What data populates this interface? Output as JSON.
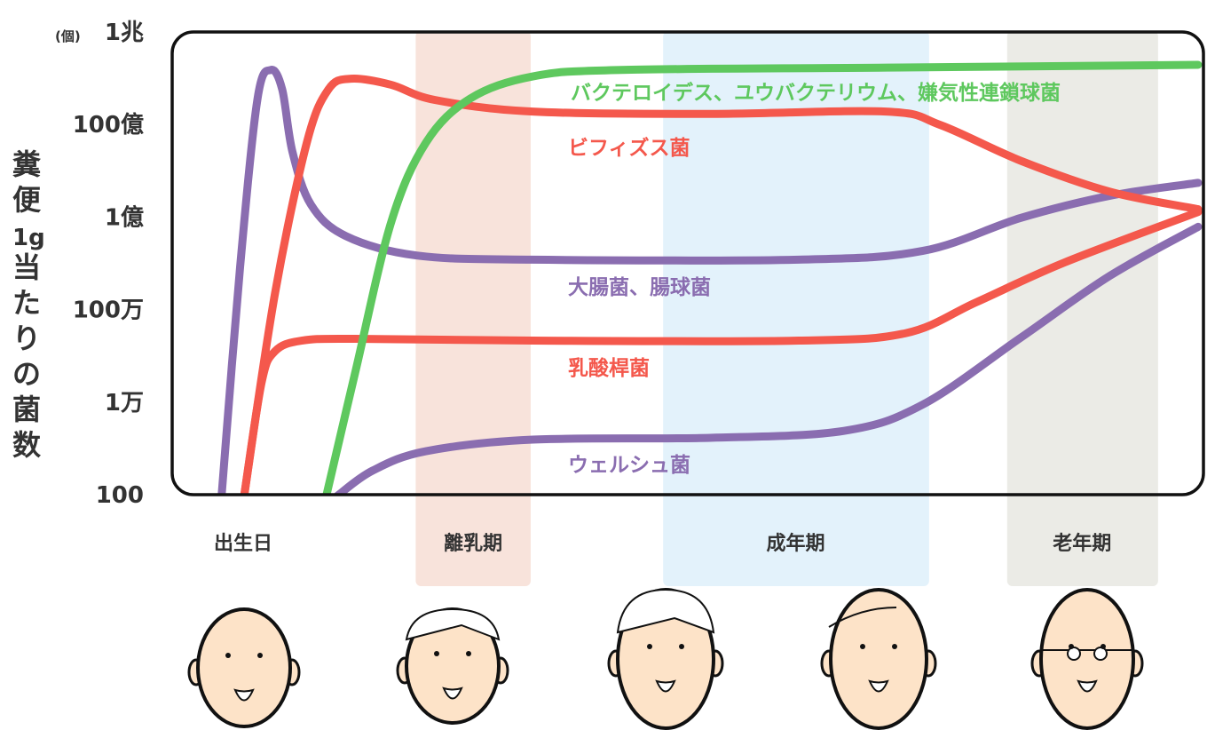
{
  "chart_data": {
    "type": "line",
    "title": "",
    "ylabel": "糞便1g当たりの菌数",
    "yunit": "(個)",
    "yscale": "log10",
    "ylim": [
      2,
      12
    ],
    "xlim": [
      0,
      100
    ],
    "xlabel": "",
    "yticks": [
      {
        "value": 12,
        "label": "1兆"
      },
      {
        "value": 10,
        "label": "100億"
      },
      {
        "value": 8,
        "label": "1億"
      },
      {
        "value": 6,
        "label": "100万"
      },
      {
        "value": 4,
        "label": "1万"
      },
      {
        "value": 2,
        "label": "100"
      }
    ],
    "stages": [
      {
        "label": "出生日",
        "range": null,
        "color": null,
        "at": 7
      },
      {
        "label": "離乳期",
        "range": [
          23.8,
          35.0
        ],
        "color": "#f8e3db",
        "at": 29.4
      },
      {
        "label": "成年期",
        "range": [
          47.9,
          73.8
        ],
        "color": "#e3f2fb",
        "at": 60.8
      },
      {
        "label": "老年期",
        "range": [
          81.4,
          96.1
        ],
        "color": "#ebebe6",
        "at": 88.7
      }
    ],
    "series": [
      {
        "name": "バクテロイデス、ユウバクテリウム、嫌気性連鎖球菌",
        "color": "#5ec85e",
        "points": [
          [
            15.1,
            1.96
          ],
          [
            17.9,
            4.61
          ],
          [
            21.4,
            7.86
          ],
          [
            24.8,
            9.59
          ],
          [
            29.1,
            10.54
          ],
          [
            35.2,
            11.02
          ],
          [
            43.8,
            11.16
          ],
          [
            69.7,
            11.21
          ],
          [
            100,
            11.27
          ]
        ]
      },
      {
        "name": "ビフィズス菌",
        "color": "#f4584c",
        "points": [
          [
            7.1,
            1.96
          ],
          [
            10.1,
            6.33
          ],
          [
            13.2,
            9.59
          ],
          [
            15.3,
            10.74
          ],
          [
            17.5,
            10.97
          ],
          [
            21.4,
            10.84
          ],
          [
            25.7,
            10.51
          ],
          [
            35.2,
            10.26
          ],
          [
            52.5,
            10.21
          ],
          [
            69.6,
            10.26
          ],
          [
            74.9,
            9.97
          ],
          [
            82.7,
            9.2
          ],
          [
            91.4,
            8.53
          ],
          [
            100,
            8.15
          ]
        ]
      },
      {
        "name": "大腸菌、腸球菌",
        "color": "#8a6db0",
        "points": [
          [
            4.9,
            1.96
          ],
          [
            6.7,
            6.9
          ],
          [
            8.4,
            10.54
          ],
          [
            9.7,
            11.16
          ],
          [
            10.8,
            10.74
          ],
          [
            11.8,
            9.39
          ],
          [
            13.6,
            8.25
          ],
          [
            17.0,
            7.57
          ],
          [
            23.9,
            7.15
          ],
          [
            35.2,
            7.06
          ],
          [
            61.1,
            7.06
          ],
          [
            73.2,
            7.25
          ],
          [
            82.7,
            7.96
          ],
          [
            91.4,
            8.44
          ],
          [
            100,
            8.72
          ]
        ]
      },
      {
        "name": "乳酸桿菌",
        "color": "#f4584c",
        "points": [
          [
            7.1,
            1.96
          ],
          [
            8.8,
            4.41
          ],
          [
            10.1,
            5.08
          ],
          [
            12.7,
            5.31
          ],
          [
            17.9,
            5.35
          ],
          [
            35.2,
            5.31
          ],
          [
            61.1,
            5.31
          ],
          [
            71.5,
            5.47
          ],
          [
            78.4,
            6.14
          ],
          [
            87.0,
            7.0
          ],
          [
            100,
            8.09
          ]
        ]
      },
      {
        "name": "ウェルシュ菌",
        "color": "#8a6db0",
        "points": [
          [
            16.2,
            1.96
          ],
          [
            19.6,
            2.5
          ],
          [
            24.8,
            2.92
          ],
          [
            35.2,
            3.17
          ],
          [
            52.5,
            3.21
          ],
          [
            65.5,
            3.36
          ],
          [
            73.2,
            3.93
          ],
          [
            82.7,
            5.37
          ],
          [
            91.4,
            6.71
          ],
          [
            100,
            7.77
          ]
        ]
      }
    ]
  }
}
